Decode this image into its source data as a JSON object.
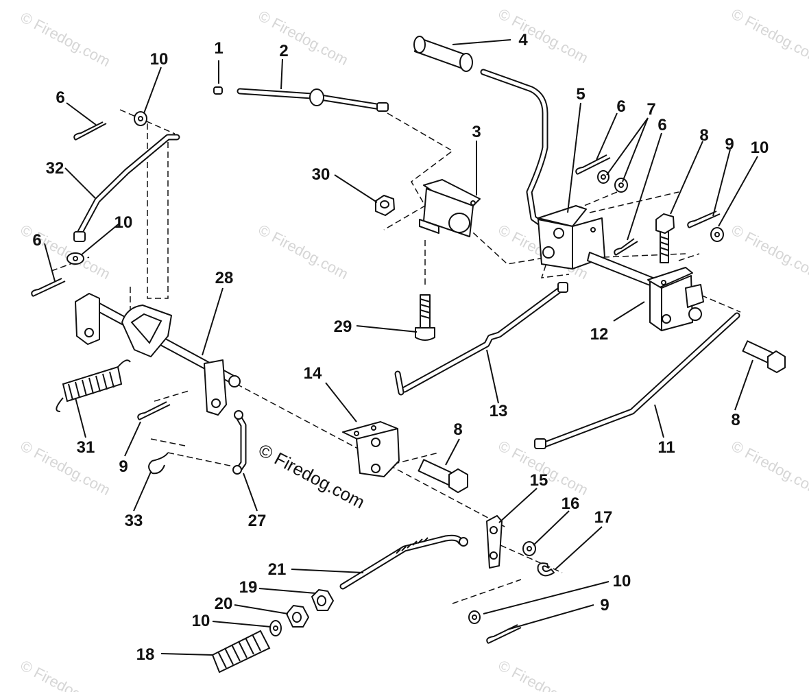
{
  "watermark": {
    "text": "© Firedog.com",
    "tiles": [
      "© Firedog.com",
      "© Firedog.com",
      "© Firedog.com",
      "© Firedog.com",
      "© Firedog.com",
      "© Firedog.com",
      "© Firedog.com",
      "© Firedog.com",
      "© Firedog.com",
      "© Firedog.com",
      "© Firedog.com",
      "© Firedog.com",
      "© Firedog.com"
    ]
  },
  "callouts": [
    "1",
    "2",
    "3",
    "4",
    "5",
    "6",
    "7",
    "6",
    "8",
    "9",
    "10",
    "10",
    "6",
    "32",
    "10",
    "6",
    "30",
    "28",
    "29",
    "12",
    "13",
    "14",
    "8",
    "11",
    "8",
    "31",
    "9",
    "33",
    "27",
    "15",
    "16",
    "17",
    "21",
    "19",
    "20",
    "10",
    "10",
    "9",
    "18"
  ]
}
